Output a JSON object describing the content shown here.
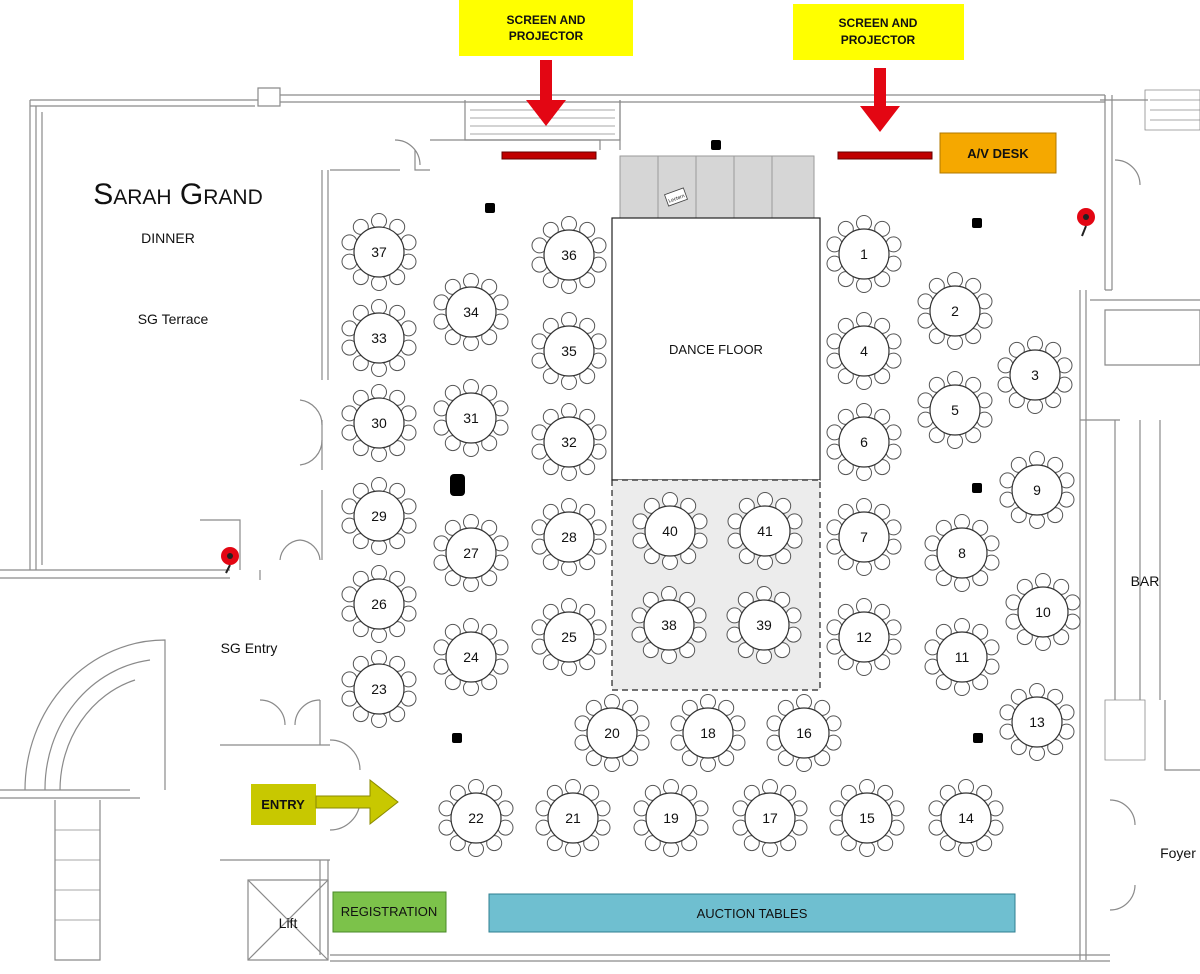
{
  "venue": {
    "title": "Sarah Grand",
    "subtitle": "DINNER",
    "rooms": {
      "terrace": "SG Terrace",
      "entry_room": "SG Entry",
      "lift": "Lift",
      "bar": "BAR",
      "foyer": "Foyer"
    }
  },
  "signs": {
    "screen_left": [
      "SCREEN AND",
      "PROJECTOR"
    ],
    "screen_right": [
      "SCREEN AND",
      "PROJECTOR"
    ],
    "av_desk": "A/V DESK",
    "dance_floor": "DANCE FLOOR",
    "entry": "ENTRY",
    "registration": "REGISTRATION",
    "auction_tables": "AUCTION TABLES",
    "lectern": "Lectern"
  },
  "colors": {
    "sign_yellow": "#ffff00",
    "arrow_red": "#e30613",
    "screen_bar": "#c00000",
    "av_desk": "#f5a800",
    "entry_sign": "#c8c800",
    "registration": "#7cc24a",
    "auction": "#6fbfd0",
    "stage": "#d6d6d6",
    "extension_floor": "#ececec"
  },
  "tables": [
    "1",
    "2",
    "3",
    "4",
    "5",
    "6",
    "7",
    "8",
    "9",
    "10",
    "11",
    "12",
    "13",
    "14",
    "15",
    "16",
    "17",
    "18",
    "19",
    "20",
    "21",
    "22",
    "23",
    "24",
    "25",
    "26",
    "27",
    "28",
    "29",
    "30",
    "31",
    "32",
    "33",
    "34",
    "35",
    "36",
    "37",
    "38",
    "39",
    "40",
    "41"
  ]
}
